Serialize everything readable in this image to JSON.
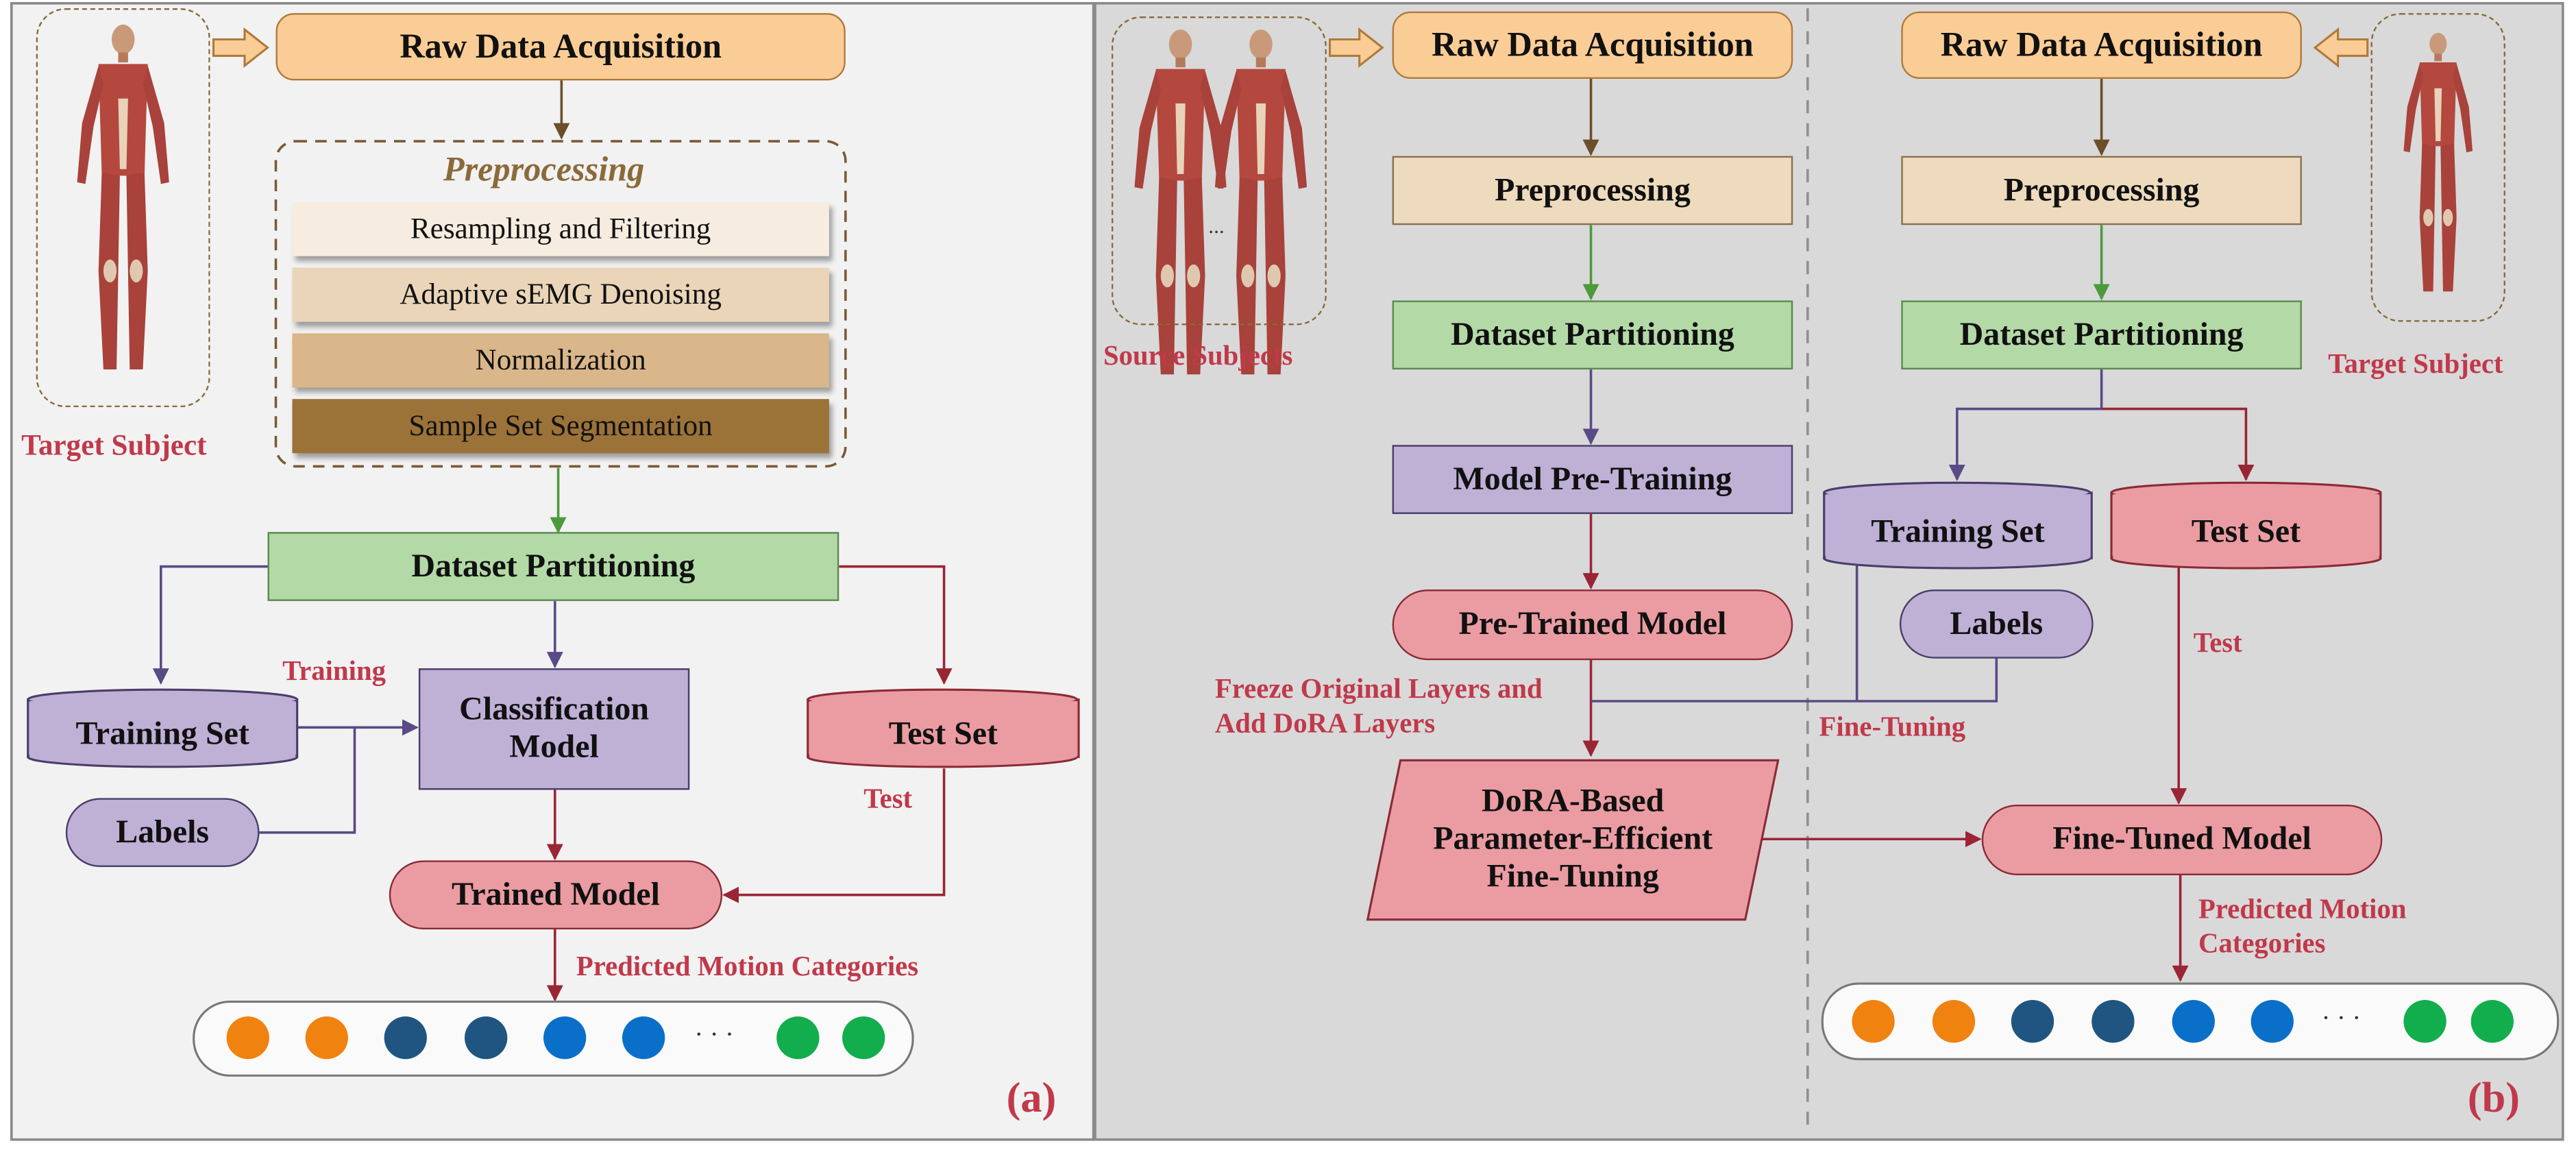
{
  "colors": {
    "panel_a_bg": "#f2f2f2",
    "panel_b_bg": "#d9d9d9",
    "orange_box": "#fbcd96",
    "preprocessing_box": "#eedbbe",
    "green_box": "#b3d9a7",
    "purple_box": "#bfb0d6",
    "pink_box": "#ea9ca2",
    "red_text": "#c0394b",
    "dot_orange": "#f0820f",
    "dot_navy": "#1f5580",
    "dot_blue": "#0a6fc9",
    "dot_green": "#12ad4c"
  },
  "panel_a": {
    "target_subject": "Target Subject",
    "raw_data": "Raw Data Acquisition",
    "preprocessing_title": "Preprocessing",
    "preprocessing_steps": [
      "Resampling and Filtering",
      "Adaptive sEMG Denoising",
      "Normalization",
      "Sample Set Segmentation"
    ],
    "dataset_partitioning": "Dataset Partitioning",
    "training_set": "Training Set",
    "labels": "Labels",
    "classification_model": "Classification Model",
    "test_set": "Test Set",
    "training_label": "Training",
    "test_label": "Test",
    "trained_model": "Trained Model",
    "predicted_motion": "Predicted Motion Categories",
    "ellipsis": "· · ·",
    "panel_label": "(a)"
  },
  "panel_b": {
    "source_subjects": "Source Subjects",
    "source_ellipsis": "...",
    "raw_data_source": "Raw Data Acquisition",
    "preprocessing_source": "Preprocessing",
    "dataset_partitioning_source": "Dataset Partitioning",
    "model_pretraining": "Model Pre-Training",
    "pretrained_model": "Pre-Trained Model",
    "freeze_label": "Freeze Original Layers and Add DoRA Layers",
    "dora_box": "DoRA-Based Parameter-Efficient Fine-Tuning",
    "raw_data_target": "Raw Data Acquisition",
    "preprocessing_target": "Preprocessing",
    "dataset_partitioning_target": "Dataset Partitioning",
    "target_subject": "Target Subject",
    "training_set": "Training Set",
    "test_set": "Test Set",
    "labels": "Labels",
    "test_label": "Test",
    "finetuning_label": "Fine-Tuning",
    "finetuned_model": "Fine-Tuned Model",
    "predicted_motion": "Predicted Motion Categories",
    "ellipsis": "· · ·",
    "panel_label": "(b)"
  }
}
